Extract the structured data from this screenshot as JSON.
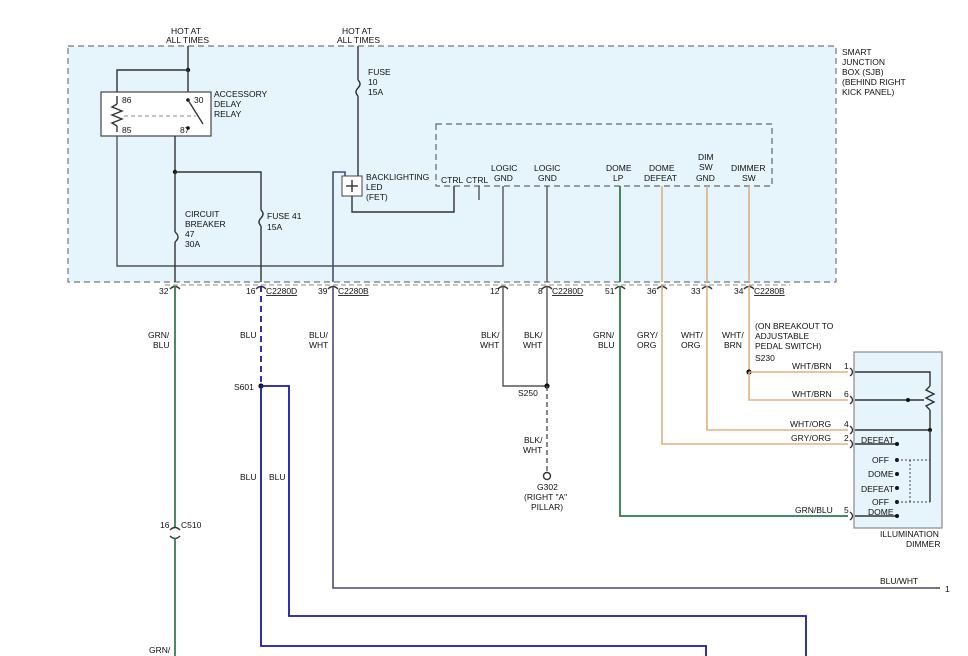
{
  "labels": {
    "hot1_a": "HOT AT",
    "hot1_b": "ALL TIMES",
    "hot2_a": "HOT AT",
    "hot2_b": "ALL TIMES",
    "sjb_1": "SMART",
    "sjb_2": "JUNCTION",
    "sjb_3": "BOX (SJB)",
    "sjb_4": "(BEHIND RIGHT",
    "sjb_5": "KICK PANEL)",
    "relay_1": "ACCESSORY",
    "relay_2": "DELAY",
    "relay_3": "RELAY",
    "relay_p86": "86",
    "relay_p30": "30",
    "relay_p85": "85",
    "relay_p87": "87",
    "fuse10_1": "FUSE",
    "fuse10_2": "10",
    "fuse10_3": "15A",
    "cb_1": "CIRCUIT",
    "cb_2": "BREAKER",
    "cb_3": "47",
    "cb_4": "30A",
    "fuse41_1": "FUSE 41",
    "fuse41_2": "15A",
    "bl_1": "BACKLIGHTING",
    "bl_2": "LED",
    "bl_3": "(FET)",
    "ctrl1": "CTRL",
    "ctrl2": "CTRL",
    "logic1_a": "LOGIC",
    "logic1_b": "GND",
    "logic2_a": "LOGIC",
    "logic2_b": "GND",
    "domelp_a": "DOME",
    "domelp_b": "LP",
    "domedef_a": "DOME",
    "domedef_b": "DEFEAT",
    "dimsw_a": "DIM",
    "dimsw_b": "SW",
    "dimsw_c": "GND",
    "dimmer_a": "DIMMER",
    "dimmer_b": "SW",
    "pin32": "32",
    "pin16": "16",
    "c2280d_1": "C2280D",
    "pin39": "39",
    "c2280b_1": "C2280B",
    "pin12": "12",
    "pin8": "8",
    "c2280d_2": "C2280D",
    "pin51": "51",
    "pin36": "36",
    "pin33": "33",
    "pin34": "34",
    "c2280b_2": "C2280B",
    "w_grnblu_1a": "GRN/",
    "w_grnblu_1b": "BLU",
    "w_blu_1": "BLU",
    "w_bluwht_a": "BLU/",
    "w_bluwht_b": "WHT",
    "w_blkwht1_a": "BLK/",
    "w_blkwht1_b": "WHT",
    "w_blkwht2_a": "BLK/",
    "w_blkwht2_b": "WHT",
    "w_grnblu_2a": "GRN/",
    "w_grnblu_2b": "BLU",
    "w_gryorg_a": "GRY/",
    "w_gryorg_b": "ORG",
    "w_whtorg_a": "WHT/",
    "w_whtorg_b": "ORG",
    "w_whtbrn_a": "WHT/",
    "w_whtbrn_b": "BRN",
    "breakout_1": "(ON BREAKOUT TO",
    "breakout_2": "ADJUSTABLE",
    "breakout_3": "PEDAL SWITCH)",
    "s230": "S230",
    "s601": "S601",
    "s250": "S250",
    "w_blkwht3_a": "BLK/",
    "w_blkwht3_b": "WHT",
    "g302_1": "G302",
    "g302_2": "(RIGHT \"A\"",
    "g302_3": "PILLAR)",
    "w_blu_2": "BLU",
    "w_blu_3": "BLU",
    "pin16b": "16",
    "c510": "C510",
    "w_grn_bottom": "GRN/",
    "dim_w1": "WHT/BRN",
    "dim_p1": "1",
    "dim_w6": "WHT/BRN",
    "dim_p6": "6",
    "dim_w4": "WHT/ORG",
    "dim_p4": "4",
    "dim_w2": "GRY/ORG",
    "dim_p2": "2",
    "dim_w5": "GRN/BLU",
    "dim_p5": "5",
    "sw_defeat1": "DEFEAT",
    "sw_off1": "OFF",
    "sw_dome1": "DOME",
    "sw_defeat2": "DEFEAT",
    "sw_off2": "OFF",
    "sw_dome2": "DOME",
    "illum_1": "ILLUMINATION",
    "illum_2": "DIMMER",
    "w_bluwht_bottom": "BLU/WHT",
    "pin1_right": "1"
  }
}
